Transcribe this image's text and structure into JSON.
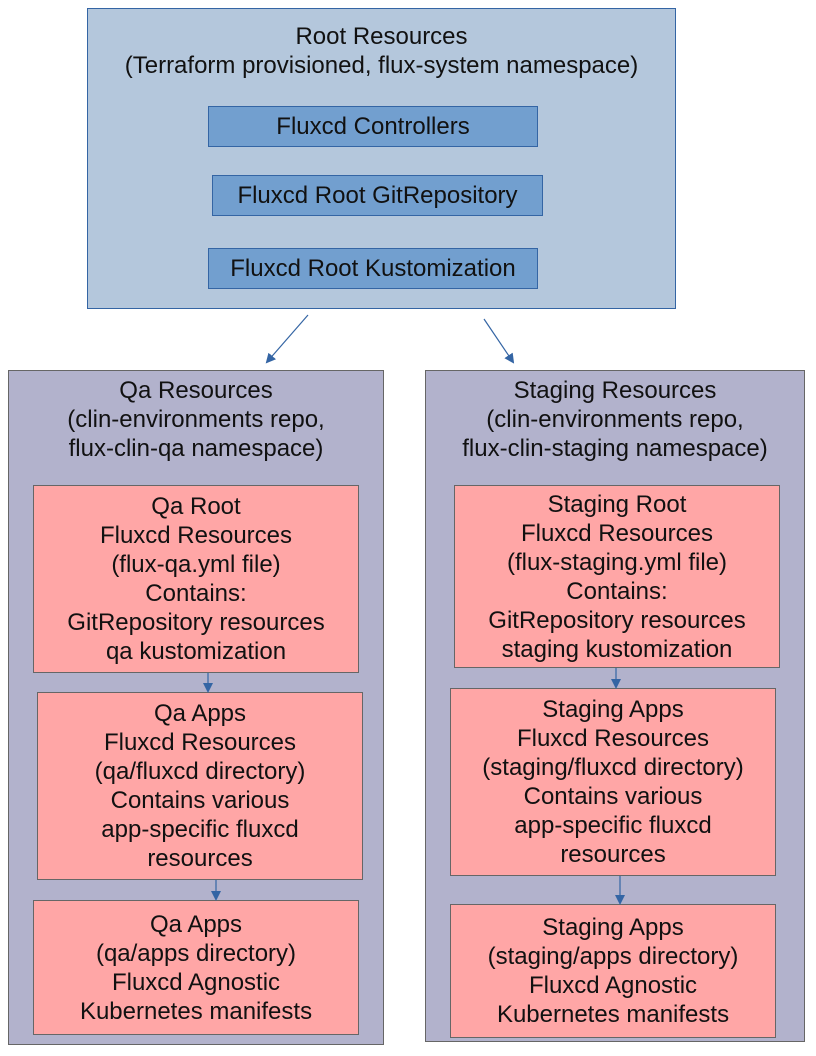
{
  "root": {
    "title": "Root Resources\n(Terraform provisioned, flux-system namespace)",
    "items": [
      "Fluxcd Controllers",
      "Fluxcd Root GitRepository",
      "Fluxcd Root Kustomization"
    ]
  },
  "qa": {
    "title": "Qa Resources\n(clin-environments repo,\nflux-clin-qa namespace)",
    "root_box": "Qa Root\nFluxcd Resources\n(flux-qa.yml file)\nContains:\nGitRepository resources\nqa kustomization",
    "apps_fluxcd_box": "Qa Apps\nFluxcd Resources\n(qa/fluxcd directory)\nContains various\napp-specific fluxcd\nresources",
    "apps_box": "Qa Apps\n(qa/apps directory)\nFluxcd Agnostic\nKubernetes manifests"
  },
  "staging": {
    "title": "Staging Resources\n(clin-environments repo,\nflux-clin-staging namespace)",
    "root_box": "Staging Root\nFluxcd Resources\n(flux-staging.yml file)\nContains:\nGitRepository resources\nstaging kustomization",
    "apps_fluxcd_box": "Staging Apps\nFluxcd Resources\n(staging/fluxcd directory)\nContains various\napp-specific fluxcd\nresources",
    "apps_box": "Staging Apps\n(staging/apps directory)\nFluxcd Agnostic\nKubernetes manifests"
  },
  "colors": {
    "root_fill": "#b4c7dc",
    "blue_fill": "#729fcf",
    "group_fill": "#b2b2cc",
    "red_fill": "#ffa6a6",
    "arrow": "#3465a4"
  }
}
